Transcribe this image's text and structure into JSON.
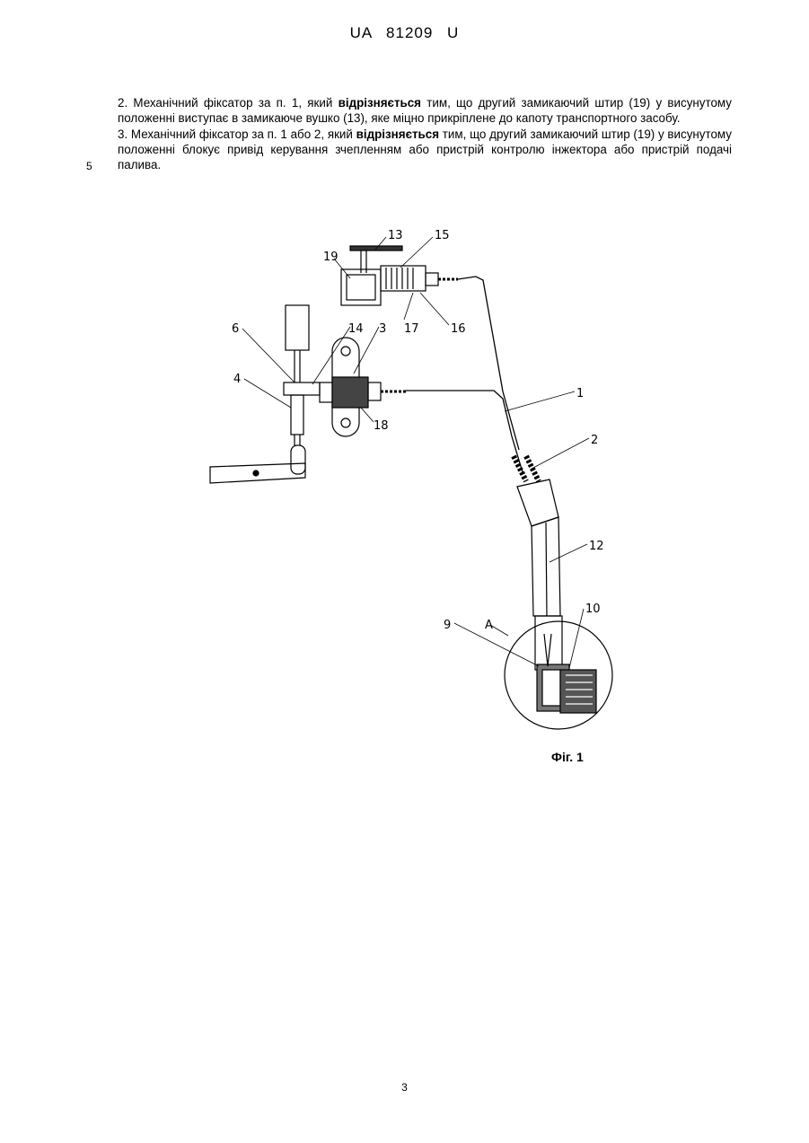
{
  "header": "UA 81209 U",
  "claims": [
    {
      "pre": "2. Механічний фіксатор за п. 1, який ",
      "bold": "відрізняється",
      "post": " тим, що другий замикаючий штир (19) у висунутому положенні виступає в замикаюче вушко (13), яке міцно прикріплене до капоту транспортного засобу."
    },
    {
      "pre": "3. Механічний фіксатор за п. 1 або 2, який ",
      "bold": "відрізняється",
      "post": " тим, що другий замикаючий штир (19) у висунутому положенні блокує привід керування зчепленням або пристрій контролю інжектора або пристрій подачі палива."
    }
  ],
  "line_number": "5",
  "figure": {
    "caption": "Фіг. 1",
    "labels": {
      "l13": "13",
      "l15": "15",
      "l19": "19",
      "l17": "17",
      "l16": "16",
      "l6": "6",
      "l14": "14",
      "l3": "3",
      "l4": "4",
      "l18": "18",
      "l1": "1",
      "l2": "2",
      "l12": "12",
      "l10": "10",
      "l9": "9",
      "lA": "A"
    }
  },
  "page_number": "3"
}
